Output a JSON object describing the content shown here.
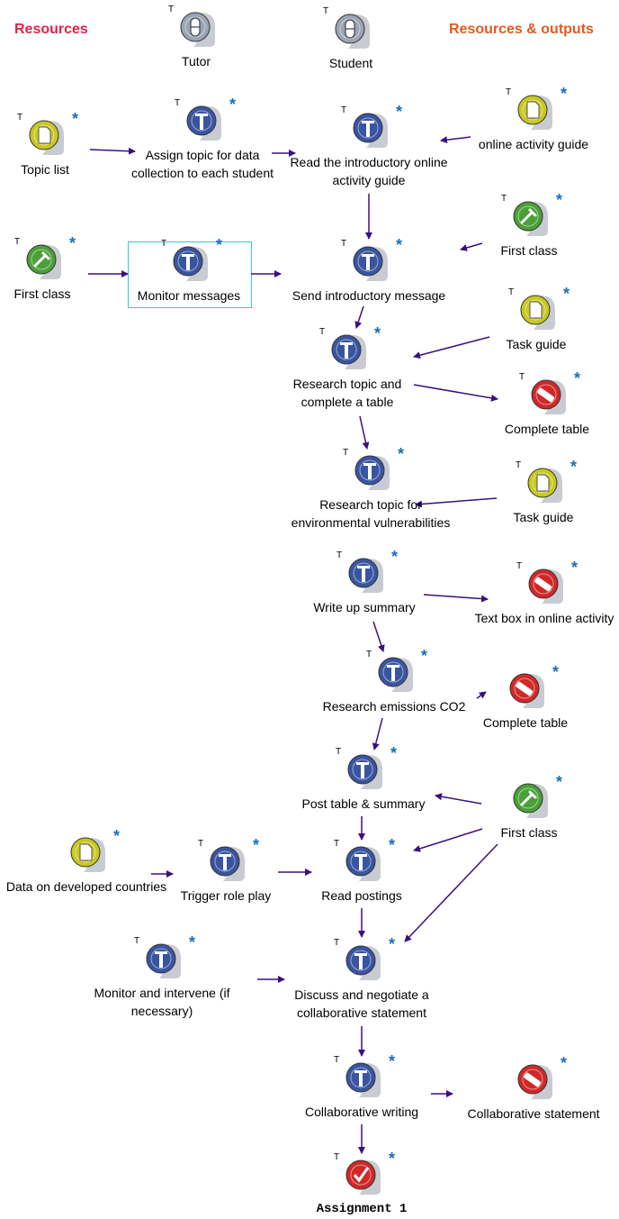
{
  "headers": {
    "left": "Resources",
    "right": "Resources & outputs"
  },
  "colors": {
    "arrow": "#3a1080",
    "teacher_icon": "#3a55a0",
    "document_icon": "#c8c820",
    "tool_icon": "#4aa038",
    "output_icon": "#d02828",
    "role_icon": "#9aa4b4",
    "selection": "#38c8d8"
  },
  "nodes": [
    {
      "id": "tutor",
      "icon": "role-icon",
      "label": "Tutor",
      "t": "T",
      "star": ""
    },
    {
      "id": "student",
      "icon": "role-icon",
      "label": "Student",
      "t": "T",
      "star": ""
    },
    {
      "id": "topic-list",
      "icon": "document-icon",
      "label": "Topic list",
      "t": "T",
      "star": "*"
    },
    {
      "id": "assign-topic",
      "icon": "teacher-icon",
      "label": "Assign topic for data collection to each student",
      "t": "T",
      "star": "*"
    },
    {
      "id": "read-guide",
      "icon": "teacher-icon",
      "label": "Read the introductory online activity guide",
      "t": "T",
      "star": "*"
    },
    {
      "id": "online-guide",
      "icon": "document-icon",
      "label": "online activity guide",
      "t": "T",
      "star": "*"
    },
    {
      "id": "first-class-left",
      "icon": "tool-icon",
      "label": "First class",
      "t": "T",
      "star": "*"
    },
    {
      "id": "monitor-messages",
      "icon": "teacher-icon",
      "label": "Monitor messages",
      "t": "T",
      "star": "*"
    },
    {
      "id": "send-intro",
      "icon": "teacher-icon",
      "label": "Send introductory message",
      "t": "T",
      "star": "*"
    },
    {
      "id": "first-class-top",
      "icon": "tool-icon",
      "label": "First class",
      "t": "T",
      "star": "*"
    },
    {
      "id": "research-table",
      "icon": "teacher-icon",
      "label": "Research topic and complete a table",
      "t": "T",
      "star": "*"
    },
    {
      "id": "task-guide-1",
      "icon": "document-icon",
      "label": "Task guide",
      "t": "T",
      "star": "*"
    },
    {
      "id": "complete-table-1",
      "icon": "output-icon",
      "label": "Complete table",
      "t": "T",
      "star": "*"
    },
    {
      "id": "research-env",
      "icon": "teacher-icon",
      "label": "Research topic for environmental vulnerabilities",
      "t": "T",
      "star": "*"
    },
    {
      "id": "task-guide-2",
      "icon": "document-icon",
      "label": "Task  guide",
      "t": "T",
      "star": "*"
    },
    {
      "id": "write-summary",
      "icon": "teacher-icon",
      "label": "Write up summary",
      "t": "T",
      "star": "*"
    },
    {
      "id": "text-box",
      "icon": "output-icon",
      "label": "Text box in online activity",
      "t": "T",
      "star": "*"
    },
    {
      "id": "research-co2",
      "icon": "teacher-icon",
      "label": "Research emissions CO2",
      "t": "T",
      "star": "*"
    },
    {
      "id": "complete-table-2",
      "icon": "output-icon",
      "label": "Complete table",
      "t": "",
      "star": "*"
    },
    {
      "id": "post-table",
      "icon": "teacher-icon",
      "label": "Post table & summary",
      "t": "T",
      "star": "*"
    },
    {
      "id": "first-class-mid",
      "icon": "tool-icon",
      "label": "First class",
      "t": "",
      "star": "*"
    },
    {
      "id": "data-developed",
      "icon": "document-icon",
      "label": "Data on developed countries",
      "t": "",
      "star": "*"
    },
    {
      "id": "trigger-role",
      "icon": "teacher-icon",
      "label": "Trigger role play",
      "t": "T",
      "star": "*"
    },
    {
      "id": "read-postings",
      "icon": "teacher-icon",
      "label": "Read postings",
      "t": "T",
      "star": "*"
    },
    {
      "id": "monitor-intervene",
      "icon": "teacher-icon",
      "label": "Monitor and intervene (if necessary)",
      "t": "T",
      "star": "*"
    },
    {
      "id": "discuss",
      "icon": "teacher-icon",
      "label": "Discuss and negotiate a collaborative statement",
      "t": "T",
      "star": "*"
    },
    {
      "id": "collab-writing",
      "icon": "teacher-icon",
      "label": "Collaborative writing",
      "t": "T",
      "star": "*"
    },
    {
      "id": "collab-statement",
      "icon": "output-icon",
      "label": "Collaborative statement",
      "t": "",
      "star": "*"
    },
    {
      "id": "assignment-1",
      "icon": "assessment-icon",
      "label": "Assignment 1",
      "t": "T",
      "star": "*"
    }
  ]
}
